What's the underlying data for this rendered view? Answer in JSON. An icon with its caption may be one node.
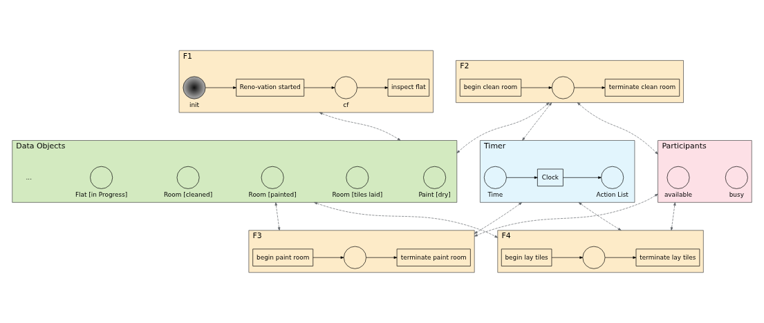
{
  "diagram": {
    "nodes": [
      {
        "text": [
          "F1"
        ]
      },
      {
        "text": [
          "init"
        ],
        "in": 0
      },
      {
        "text": [
          "Reno-vation started"
        ],
        "in": 0
      },
      {
        "text": [
          "cf"
        ],
        "in": 0
      },
      {
        "text": [
          "inspect flat"
        ],
        "in": 0
      },
      {
        "text": [
          "F2"
        ]
      },
      {
        "text": [
          "begin clean room"
        ],
        "in": 5
      },
      {
        "text": [],
        "shape": "circle",
        "in": 5
      },
      {
        "text": [
          "terminate clean room"
        ],
        "in": 5
      },
      {
        "text": [
          "Data Objects"
        ]
      },
      {
        "text": [
          "Flat [in Progress]"
        ],
        "in": 9
      },
      {
        "text": [
          "Room [cleaned]"
        ],
        "in": 9
      },
      {
        "text": [
          "Room [painted]"
        ],
        "in": 9
      },
      {
        "text": [
          "Room [tiles laid]"
        ],
        "in": 9
      },
      {
        "text": [
          "Paint [dry]"
        ],
        "in": 9
      },
      {
        "text": [
          "Participants"
        ]
      },
      {
        "text": [
          "available"
        ],
        "in": 15
      },
      {
        "text": [
          "busy"
        ],
        "in": 15
      },
      {
        "text": [
          "Timer"
        ]
      },
      {
        "text": [
          "Time"
        ],
        "in": 18
      },
      {
        "text": [
          "Clock"
        ],
        "in": 18
      },
      {
        "text": [
          "Action List"
        ],
        "in": 18
      },
      {
        "text": [
          "F3"
        ]
      },
      {
        "text": [
          "begin paint room"
        ],
        "in": 22
      },
      {
        "text": [],
        "shape": "circle",
        "in": 22
      },
      {
        "text": [
          "terminate paint room"
        ],
        "in": 22
      },
      {
        "text": [
          "F4"
        ]
      },
      {
        "text": [
          "begin lay tiles"
        ],
        "in": 26
      },
      {
        "text": [],
        "shape": "circle",
        "in": 26
      },
      {
        "text": [
          "terminate lay tiles"
        ],
        "in": 26
      }
    ],
    "edges": [
      {
        "from": 1,
        "to": 2,
        "arrow": "to"
      },
      {
        "from": 2,
        "to": 3,
        "arrow": "to"
      },
      {
        "from": 3,
        "to": 4,
        "arrow": "to"
      },
      {
        "from": 6,
        "to": 7,
        "arrow": "to"
      },
      {
        "from": 7,
        "to": 8,
        "arrow": "to"
      },
      {
        "from": 19,
        "to": 20,
        "arrow": "to"
      },
      {
        "from": 20,
        "to": 21,
        "arrow": "to"
      },
      {
        "from": 23,
        "to": 24,
        "arrow": "to"
      },
      {
        "from": 24,
        "to": 25,
        "arrow": "to"
      },
      {
        "from": 27,
        "to": 28,
        "arrow": "to"
      },
      {
        "from": 28,
        "to": 29,
        "arrow": "to"
      },
      {
        "from": 0,
        "to": 9,
        "arrow": "both",
        "style": "dashed",
        "color": "#5f6368"
      },
      {
        "from": 5,
        "to": 9,
        "arrow": "both",
        "style": "dashed",
        "color": "#5f6368"
      },
      {
        "from": 5,
        "to": 15,
        "arrow": "both",
        "style": "dashed",
        "color": "#5f6368"
      },
      {
        "from": 5,
        "to": 18,
        "arrow": "both",
        "style": "dashed",
        "color": "#5f6368"
      },
      {
        "from": 9,
        "to": 22,
        "arrow": "both",
        "style": "dashed",
        "color": "#5f6368"
      },
      {
        "from": 9,
        "to": 26,
        "arrow": "both",
        "style": "dashed",
        "color": "#5f6368"
      },
      {
        "from": 15,
        "to": 22,
        "arrow": "both",
        "style": "dashed",
        "color": "#5f6368"
      },
      {
        "from": 15,
        "to": 26,
        "arrow": "both",
        "style": "dashed",
        "color": "#5f6368"
      },
      {
        "from": 18,
        "to": 22,
        "arrow": "both",
        "style": "dashed",
        "color": "#5f6368"
      },
      {
        "from": 18,
        "to": 26,
        "arrow": "both",
        "style": "dashed",
        "color": "#5f6368"
      }
    ],
    "labels": [
      "..."
    ]
  }
}
